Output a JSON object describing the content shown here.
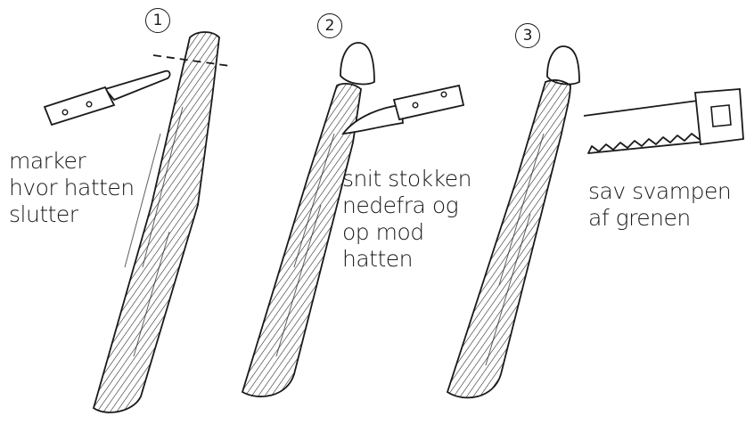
{
  "steps": [
    {
      "number": "1",
      "caption_lines": [
        "marker",
        "hvor hatten",
        "slutter"
      ]
    },
    {
      "number": "2",
      "caption_lines": [
        "snit stokken",
        "nedefra og",
        "op mod",
        "hatten"
      ]
    },
    {
      "number": "3",
      "caption_lines": [
        "sav svampen",
        "af grenen"
      ]
    }
  ],
  "colors": {
    "ink": "#1a1a1a",
    "background": "#ffffff"
  }
}
